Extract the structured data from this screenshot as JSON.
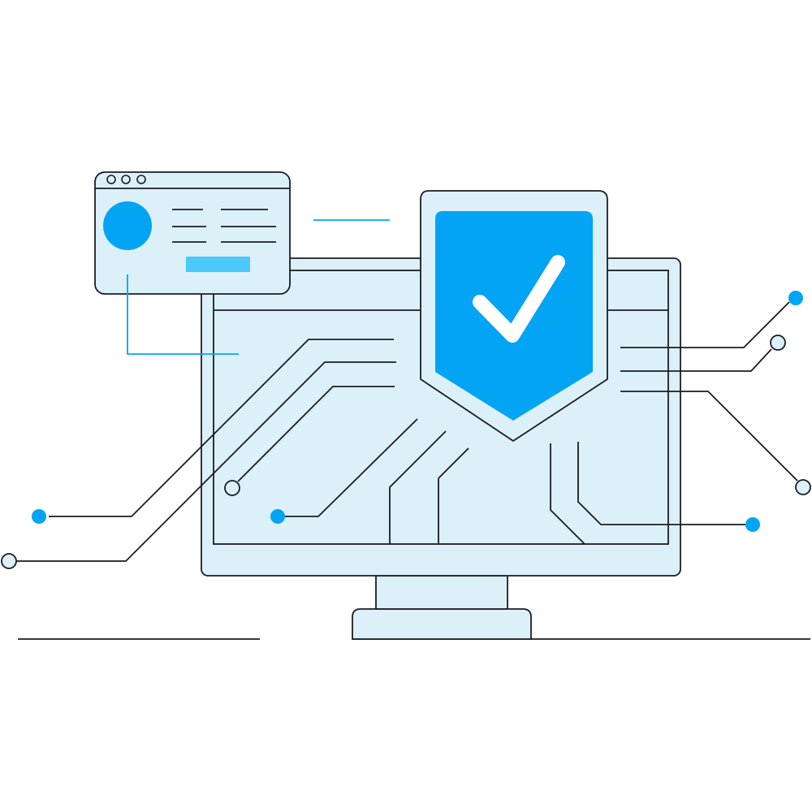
{
  "colors": {
    "background": "#ffffff",
    "outline": "#1a1d24",
    "panel_fill": "#dcf0fa",
    "accent": "#04a4f4",
    "accent_light": "#4dc8fa",
    "check": "#ffffff"
  },
  "icons": {
    "shield": "shield-check-icon",
    "monitor": "desktop-monitor-icon",
    "profile_card": "profile-card-icon",
    "avatar": "avatar-circle-icon"
  },
  "profile_card": {
    "window_dots": 3,
    "text_lines": 3
  },
  "circuit": {
    "nodes_filled": 4,
    "nodes_hollow": 4
  }
}
